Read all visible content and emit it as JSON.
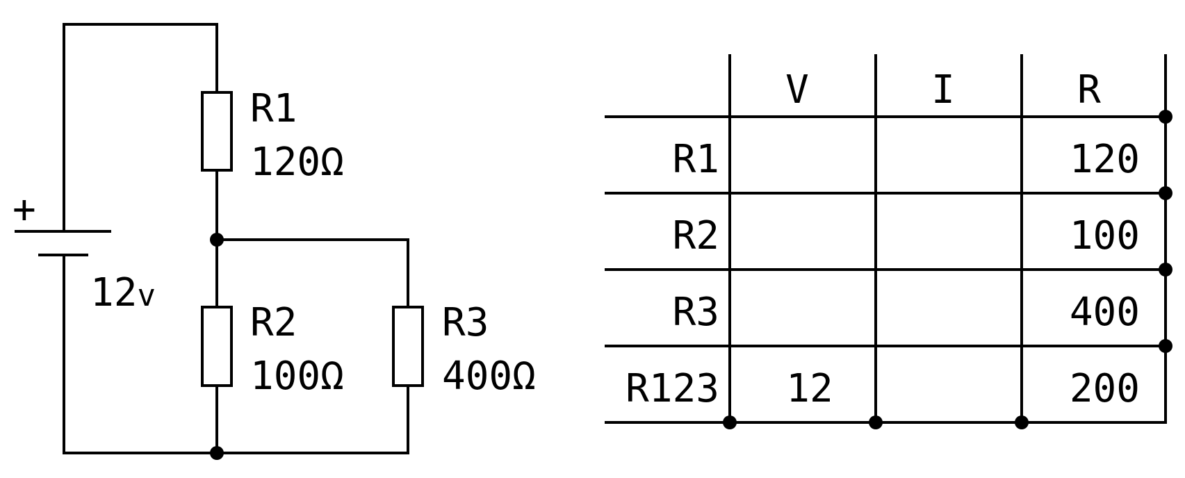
{
  "circuit": {
    "battery": {
      "polarity": "+",
      "voltage": "12",
      "unit": "v"
    },
    "resistors": [
      {
        "name": "R1",
        "value": "120Ω"
      },
      {
        "name": "R2",
        "value": "100Ω"
      },
      {
        "name": "R3",
        "value": "400Ω"
      }
    ]
  },
  "table": {
    "headers": [
      "",
      "V",
      "I",
      "R"
    ],
    "rows": [
      {
        "label": "R1",
        "v": "",
        "i": "",
        "r": "120"
      },
      {
        "label": "R2",
        "v": "",
        "i": "",
        "r": "100"
      },
      {
        "label": "R3",
        "v": "",
        "i": "",
        "r": "400"
      },
      {
        "label": "R123",
        "v": "12",
        "i": "",
        "r": "200"
      }
    ]
  }
}
